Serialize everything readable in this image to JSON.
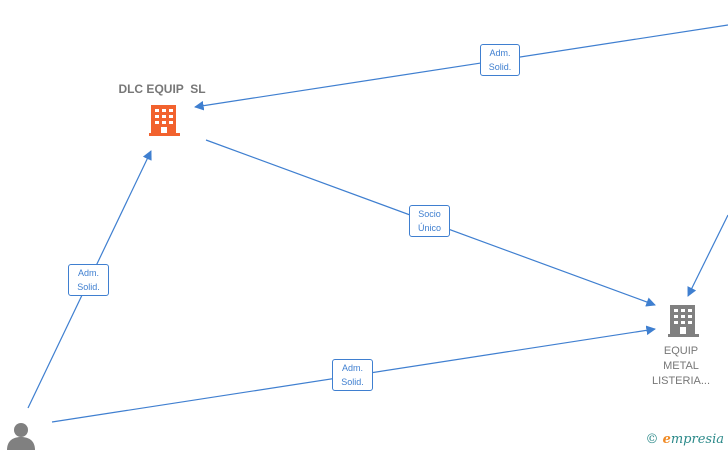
{
  "nodes": {
    "dlc": {
      "label": "DLC EQUIP  SL",
      "color": "#f2622e"
    },
    "equip": {
      "label_lines": [
        "EQUIP",
        "METAL",
        "LISTERIA..."
      ],
      "color": "#808080"
    },
    "person": {
      "color": "#808080"
    }
  },
  "edges": {
    "top_right_to_dlc": {
      "lines": [
        "Adm.",
        "Solid."
      ]
    },
    "dlc_to_equip": {
      "lines": [
        "Socio",
        "Único"
      ]
    },
    "person_to_dlc": {
      "lines": [
        "Adm.",
        "Solid."
      ]
    },
    "person_to_equip": {
      "lines": [
        "Adm.",
        "Solid."
      ]
    }
  },
  "colors": {
    "edge": "#3f7fd0"
  },
  "watermark": {
    "symbol": "©",
    "brand_initial": "e",
    "brand_rest": "mpresia"
  }
}
